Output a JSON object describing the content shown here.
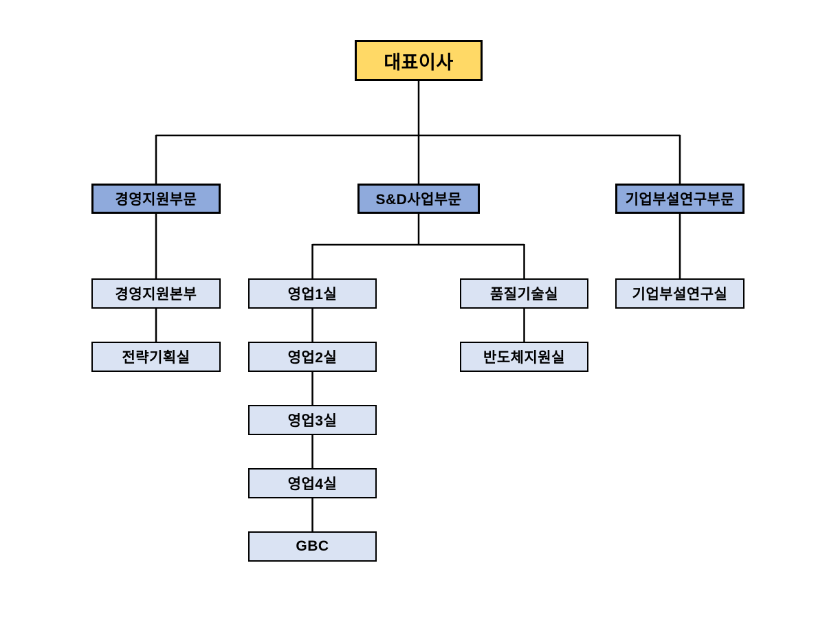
{
  "diagram": {
    "type": "org_chart",
    "nodes": {
      "ceo": "대표이사",
      "mgmt_division": "경영지원부문",
      "snd_division": "S&D사업부문",
      "rnd_division": "기업부설연구부문",
      "mgmt_hq": "경영지원본부",
      "strategy_office": "전략기획실",
      "sales1": "영업1실",
      "sales2": "영업2실",
      "sales3": "영업3실",
      "sales4": "영업4실",
      "gbc": "GBC",
      "quality_tech": "품질기술실",
      "semiconductor_support": "반도체지원실",
      "rnd_lab": "기업부설연구실"
    },
    "edges": [
      [
        "ceo",
        "mgmt_division"
      ],
      [
        "ceo",
        "snd_division"
      ],
      [
        "ceo",
        "rnd_division"
      ],
      [
        "mgmt_division",
        "mgmt_hq"
      ],
      [
        "mgmt_hq",
        "strategy_office"
      ],
      [
        "snd_division",
        "sales1"
      ],
      [
        "snd_division",
        "quality_tech"
      ],
      [
        "sales1",
        "sales2"
      ],
      [
        "sales2",
        "sales3"
      ],
      [
        "sales3",
        "sales4"
      ],
      [
        "sales4",
        "gbc"
      ],
      [
        "quality_tech",
        "semiconductor_support"
      ],
      [
        "rnd_division",
        "rnd_lab"
      ]
    ],
    "colors": {
      "root_fill": "#FFD966",
      "division_fill": "#8FAADC",
      "department_fill": "#DAE3F3",
      "border": "#000000",
      "connector": "#000000",
      "background": "#FFFFFF"
    }
  }
}
